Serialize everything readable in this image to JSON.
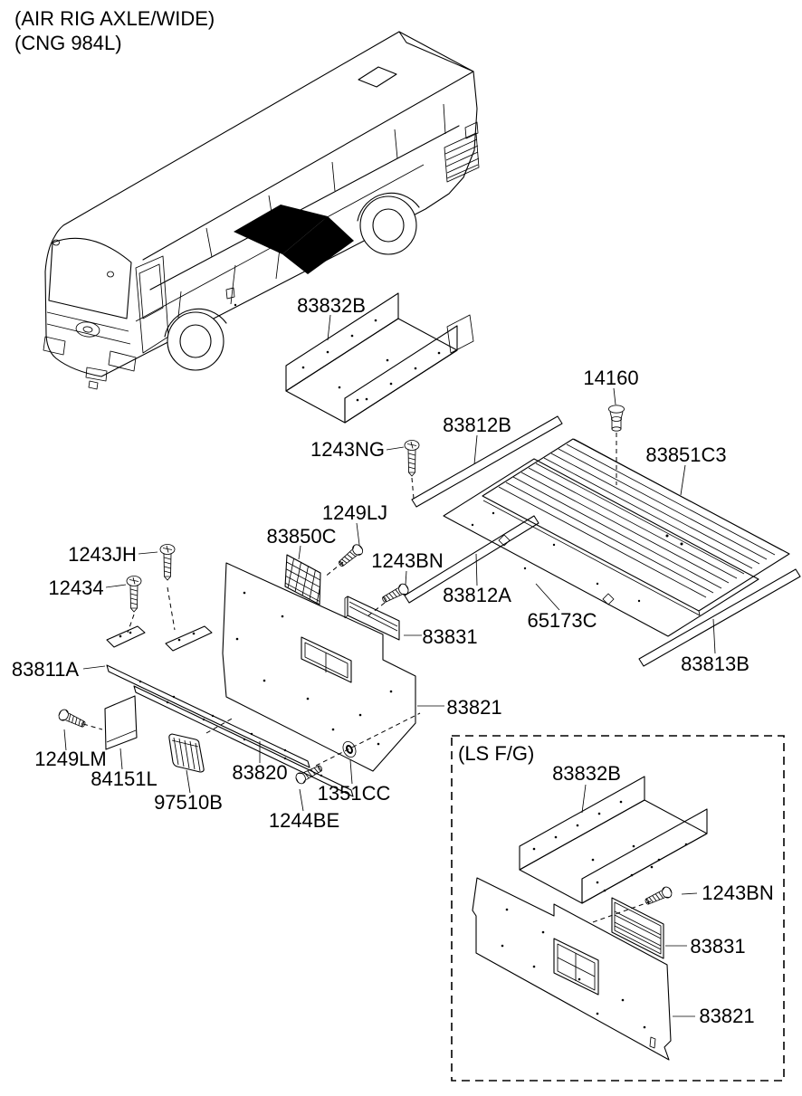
{
  "diagram": {
    "header": [
      "(AIR RIG AXLE/WIDE)",
      "(CNG 984L)"
    ],
    "main_view": {
      "callouts": [
        "83832B",
        "14160",
        "83812B",
        "1243NG",
        "83851C3",
        "1249LJ",
        "83850C",
        "1243BN",
        "1243JH",
        "12434",
        "83812A",
        "65173C",
        "83831",
        "83811A",
        "83813B",
        "83821",
        "1249LM",
        "84151L",
        "97510B",
        "83820",
        "1351CC",
        "1244BE"
      ]
    },
    "inset_view": {
      "title": "(LS F/G)",
      "callouts": [
        "83832B",
        "1243BN",
        "83831",
        "83821"
      ]
    }
  },
  "colors": {
    "ink": "#000000",
    "paper": "#ffffff"
  }
}
